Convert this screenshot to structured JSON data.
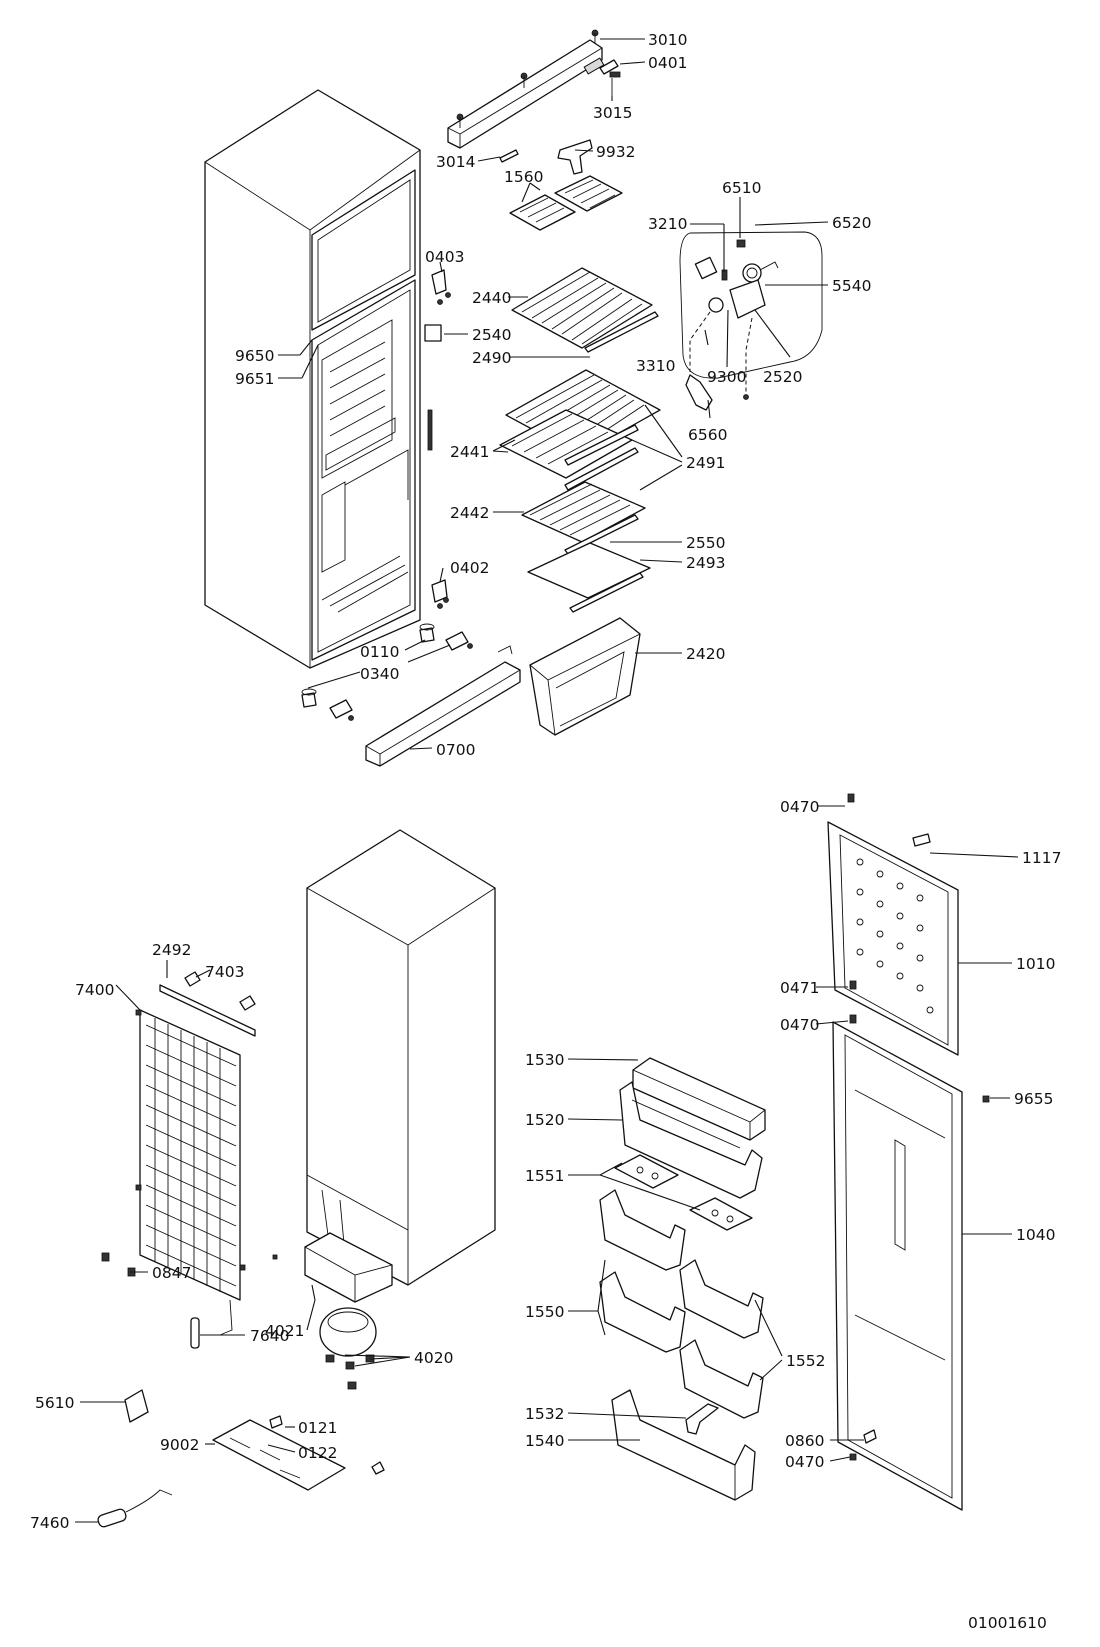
{
  "drawing_code": "01001610",
  "callouts": [
    {
      "id": "3010",
      "text": "3010"
    },
    {
      "id": "0401",
      "text": "0401"
    },
    {
      "id": "3015",
      "text": "3015"
    },
    {
      "id": "3014",
      "text": "3014"
    },
    {
      "id": "9932",
      "text": "9932"
    },
    {
      "id": "1560",
      "text": "1560"
    },
    {
      "id": "6510",
      "text": "6510"
    },
    {
      "id": "3210",
      "text": "3210"
    },
    {
      "id": "6520",
      "text": "6520"
    },
    {
      "id": "0403",
      "text": "0403"
    },
    {
      "id": "5540",
      "text": "5540"
    },
    {
      "id": "2440",
      "text": "2440"
    },
    {
      "id": "2540",
      "text": "2540"
    },
    {
      "id": "9650",
      "text": "9650"
    },
    {
      "id": "2490",
      "text": "2490"
    },
    {
      "id": "3310",
      "text": "3310"
    },
    {
      "id": "9651",
      "text": "9651"
    },
    {
      "id": "9300",
      "text": "9300"
    },
    {
      "id": "2520",
      "text": "2520"
    },
    {
      "id": "6560",
      "text": "6560"
    },
    {
      "id": "2441",
      "text": "2441"
    },
    {
      "id": "2491",
      "text": "2491"
    },
    {
      "id": "2442",
      "text": "2442"
    },
    {
      "id": "2550",
      "text": "2550"
    },
    {
      "id": "0402",
      "text": "0402"
    },
    {
      "id": "2493",
      "text": "2493"
    },
    {
      "id": "0110",
      "text": "0110"
    },
    {
      "id": "2420",
      "text": "2420"
    },
    {
      "id": "0340",
      "text": "0340"
    },
    {
      "id": "0700",
      "text": "0700"
    },
    {
      "id": "0470a",
      "text": "0470"
    },
    {
      "id": "1117",
      "text": "1117"
    },
    {
      "id": "2492",
      "text": "2492"
    },
    {
      "id": "7403",
      "text": "7403"
    },
    {
      "id": "1010",
      "text": "1010"
    },
    {
      "id": "7400",
      "text": "7400"
    },
    {
      "id": "0471",
      "text": "0471"
    },
    {
      "id": "0470b",
      "text": "0470"
    },
    {
      "id": "1530",
      "text": "1530"
    },
    {
      "id": "9655",
      "text": "9655"
    },
    {
      "id": "1520",
      "text": "1520"
    },
    {
      "id": "1551",
      "text": "1551"
    },
    {
      "id": "1040",
      "text": "1040"
    },
    {
      "id": "0847",
      "text": "0847"
    },
    {
      "id": "4021",
      "text": "4021"
    },
    {
      "id": "1550",
      "text": "1550"
    },
    {
      "id": "7640",
      "text": "7640"
    },
    {
      "id": "4020",
      "text": "4020"
    },
    {
      "id": "1552",
      "text": "1552"
    },
    {
      "id": "5610",
      "text": "5610"
    },
    {
      "id": "0121",
      "text": "0121"
    },
    {
      "id": "1532",
      "text": "1532"
    },
    {
      "id": "9002",
      "text": "9002"
    },
    {
      "id": "0122",
      "text": "0122"
    },
    {
      "id": "1540",
      "text": "1540"
    },
    {
      "id": "0860",
      "text": "0860"
    },
    {
      "id": "0470c",
      "text": "0470"
    },
    {
      "id": "7460",
      "text": "7460"
    }
  ]
}
